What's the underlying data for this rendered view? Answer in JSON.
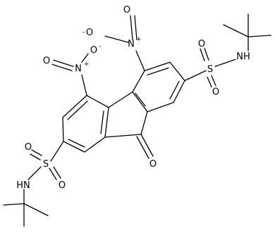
{
  "molecule": {
    "atoms": {
      "ketone_o": "O",
      "sulfonyl_s_right": "S",
      "sulfonyl_o_right_top": "O",
      "sulfonyl_o_right_bottom": "O",
      "sulfonyl_nh_right": "NH",
      "sulfonyl_s_left": "S",
      "sulfonyl_o_left_top": "O",
      "sulfonyl_o_left_bottom": "O",
      "sulfonyl_nh_left": "HN",
      "nitro_n_top": "N",
      "nitro_n_top_plus": "+",
      "nitro_o_top_minus": "O",
      "nitro_o_top_minus_sign": "-",
      "nitro_o_top_double": "O",
      "nitro_n_left": "N",
      "nitro_n_left_plus": "+",
      "nitro_o_left_minus": "O",
      "nitro_o_left_minus_sign": "-",
      "nitro_o_left_double": "O"
    }
  }
}
